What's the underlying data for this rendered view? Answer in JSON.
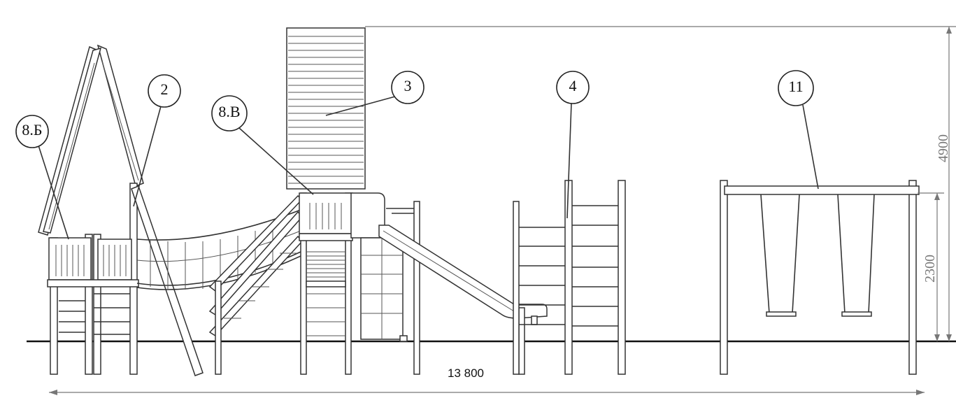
{
  "callouts": [
    {
      "id": "c8b",
      "label": "8.Б"
    },
    {
      "id": "c2",
      "label": "2"
    },
    {
      "id": "c8v",
      "label": "8.В"
    },
    {
      "id": "c3",
      "label": "3"
    },
    {
      "id": "c4",
      "label": "4"
    },
    {
      "id": "c11",
      "label": "11"
    }
  ],
  "dimensions": {
    "overall_height": "4900",
    "swing_height": "2300",
    "overall_length": "13 800"
  },
  "colors": {
    "line": "#333333",
    "dimension": "#777777",
    "background": "#ffffff"
  }
}
